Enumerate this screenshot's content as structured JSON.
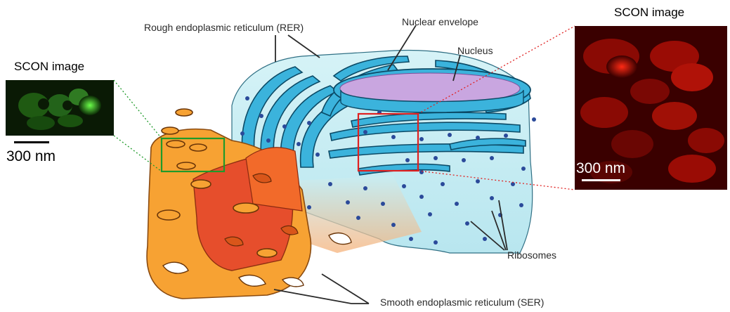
{
  "labels": {
    "rer": "Rough endoplasmic reticulum (RER)",
    "nuclear_envelope": "Nuclear envelope",
    "nucleus": "Nucleus",
    "ribosomes": "Ribosomes",
    "ser": "Smooth endoplasmic reticulum (SER)"
  },
  "insets": {
    "green": {
      "title": "SCON image",
      "scale": "300 nm"
    },
    "red": {
      "title": "SCON image",
      "scale": "300 nm"
    }
  },
  "colors": {
    "rer_fill": "#3bb3dc",
    "rer_stroke": "#0b4a66",
    "cytoplasm_blue": "#c9eef3",
    "ser_orange": "#f7a233",
    "ser_red": "#e64a2c",
    "nucleus_purple": "#c9a6e0",
    "ribosome": "#2b4a9a",
    "green_roi": "#1f9a2a",
    "red_roi": "#e02020"
  }
}
